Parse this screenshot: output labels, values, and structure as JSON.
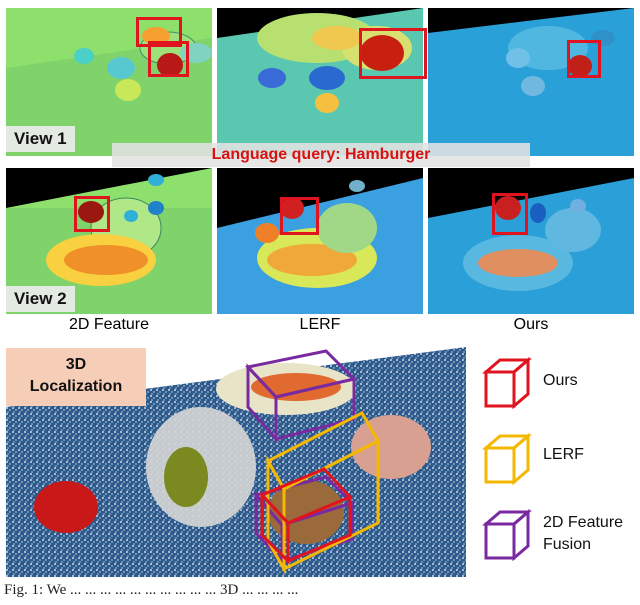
{
  "figure": {
    "view1_label": "View 1",
    "view2_label": "View 2",
    "query_banner": "Language query: Hamburger",
    "column_labels": [
      "2D Feature",
      "LERF",
      "Ours"
    ],
    "localization_label_line1": "3D",
    "localization_label_line2": "Localization",
    "legend": [
      {
        "label": "Ours",
        "color": "#e0141e"
      },
      {
        "label": "LERF",
        "color": "#f5b800"
      },
      {
        "label_line1": "2D Feature",
        "label_line2": "Fusion",
        "color": "#7a2aa0"
      }
    ],
    "caption": "Fig. 1: We ... ... ... ... ... ... ... ... ... ... 3D ... ... ... ..."
  }
}
